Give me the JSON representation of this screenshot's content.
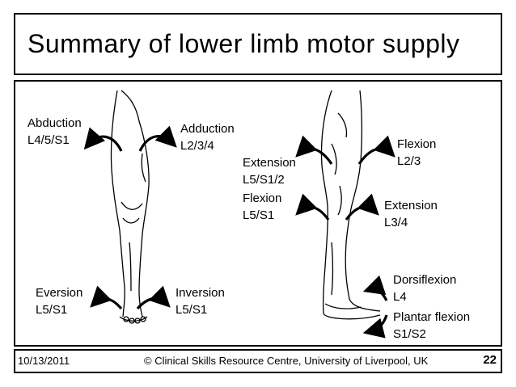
{
  "title": "Summary of lower limb motor supply",
  "left_leg": {
    "abduction": {
      "name": "Abduction",
      "roots": "L4/5/S1"
    },
    "adduction": {
      "name": "Adduction",
      "roots": "L2/3/4"
    },
    "eversion": {
      "name": "Eversion",
      "roots": "L5/S1"
    },
    "inversion": {
      "name": "Inversion",
      "roots": "L5/S1"
    }
  },
  "right_leg": {
    "hip_extension": {
      "name": "Extension",
      "roots": "L5/S1/2"
    },
    "hip_flexion": {
      "name": "Flexion",
      "roots": "L2/3"
    },
    "knee_flexion": {
      "name": "Flexion",
      "roots": "L5/S1"
    },
    "knee_extension": {
      "name": "Extension",
      "roots": "L3/4"
    },
    "dorsiflexion": {
      "name": "Dorsiflexion",
      "roots": "L4"
    },
    "plantar_flexion": {
      "name": "Plantar flexion",
      "roots": "S1/S2"
    }
  },
  "footer": {
    "date": "10/13/2011",
    "credit": "© Clinical Skills Resource Centre, University of Liverpool, UK",
    "page": "22"
  }
}
